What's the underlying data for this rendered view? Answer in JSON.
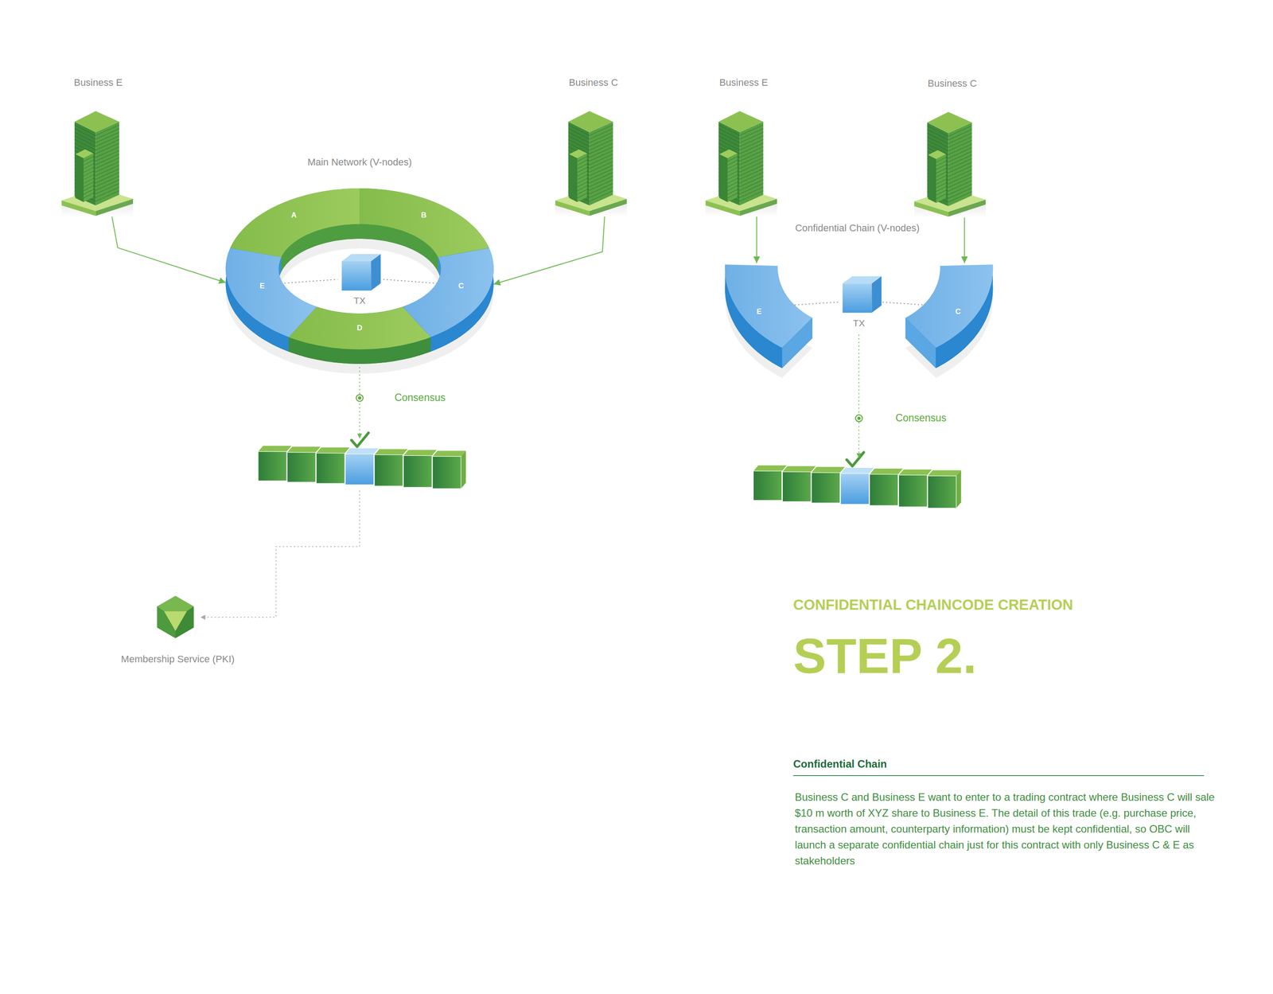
{
  "diagram": {
    "title": "CONFIDENTIAL CHAINCODE CREATION",
    "nodes": [
      {
        "text": [
          "Business E"
        ]
      },
      {
        "text": [
          "Business C"
        ]
      },
      {
        "text": [
          "Main Network (V-nodes)"
        ]
      },
      {
        "text": [
          "A"
        ],
        "in": 2
      },
      {
        "text": [
          "B"
        ],
        "in": 2
      },
      {
        "text": [
          "E"
        ],
        "in": 2
      },
      {
        "text": [
          "C"
        ],
        "in": 2
      },
      {
        "text": [
          "D"
        ],
        "in": 2
      },
      {
        "text": [
          "TX"
        ],
        "in": 2
      },
      {
        "text": [
          "Membership Service (PKI)"
        ]
      },
      {
        "text": [
          "Business E"
        ]
      },
      {
        "text": [
          "Business C"
        ]
      },
      {
        "text": [
          "Confidential Chain (V-nodes)"
        ]
      },
      {
        "text": [
          "E"
        ],
        "in": 12
      },
      {
        "text": [
          "C"
        ],
        "in": 12
      },
      {
        "text": [
          "TX"
        ],
        "in": 12
      }
    ],
    "edges": [
      {
        "from": 0,
        "to": 5,
        "arrow": "to"
      },
      {
        "from": 1,
        "to": 6,
        "arrow": "to"
      },
      {
        "from": 5,
        "to": 8,
        "arrow": "none"
      },
      {
        "from": 8,
        "to": 6,
        "arrow": "none"
      },
      {
        "from": 10,
        "to": 13,
        "arrow": "to"
      },
      {
        "from": 11,
        "to": 14,
        "arrow": "to"
      },
      {
        "from": 13,
        "to": 15,
        "arrow": "none"
      },
      {
        "from": 15,
        "to": 14,
        "arrow": "none"
      }
    ],
    "labels": [
      "Consensus",
      "Consensus",
      "STEP 2.",
      "Confidential Chain",
      "Business C and Business E want to enter to a trading contract where Business C will sale $10 m worth of XYZ share to Business E. The detail of this trade (e.g. purchase price, transaction amount, counterparty information) must be kept confidential, so OBC will launch a separate confidential chain just for this contract with only Business C & E as stakeholders"
    ]
  }
}
